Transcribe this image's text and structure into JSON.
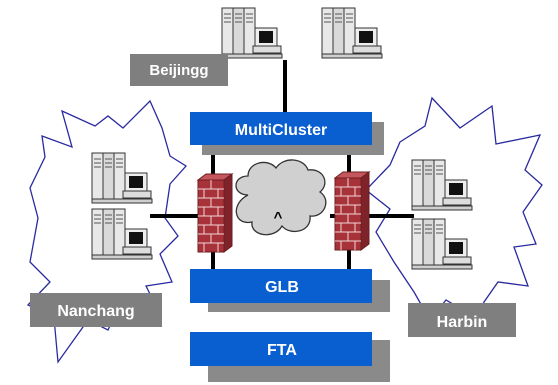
{
  "labels": {
    "beijing": "Beijingg",
    "multicluster": "MultiCluster",
    "glb": "GLB",
    "fta": "FTA",
    "nanchang": "Nanchang",
    "harbin": "Harbin",
    "cloud_mark": "^"
  },
  "colors": {
    "blue_box": "#0a5fd0",
    "gray_box": "#7f7f7f",
    "shadow_box": "#8a8a8a",
    "firewall": "#a8323a",
    "cloud": "#d0d0d0",
    "burst": "#2a2aa0"
  },
  "icons": {
    "server": "server-cluster-icon",
    "firewall": "brick-firewall-icon",
    "cloud": "network-cloud-icon",
    "burst": "explosion-burst-icon"
  }
}
